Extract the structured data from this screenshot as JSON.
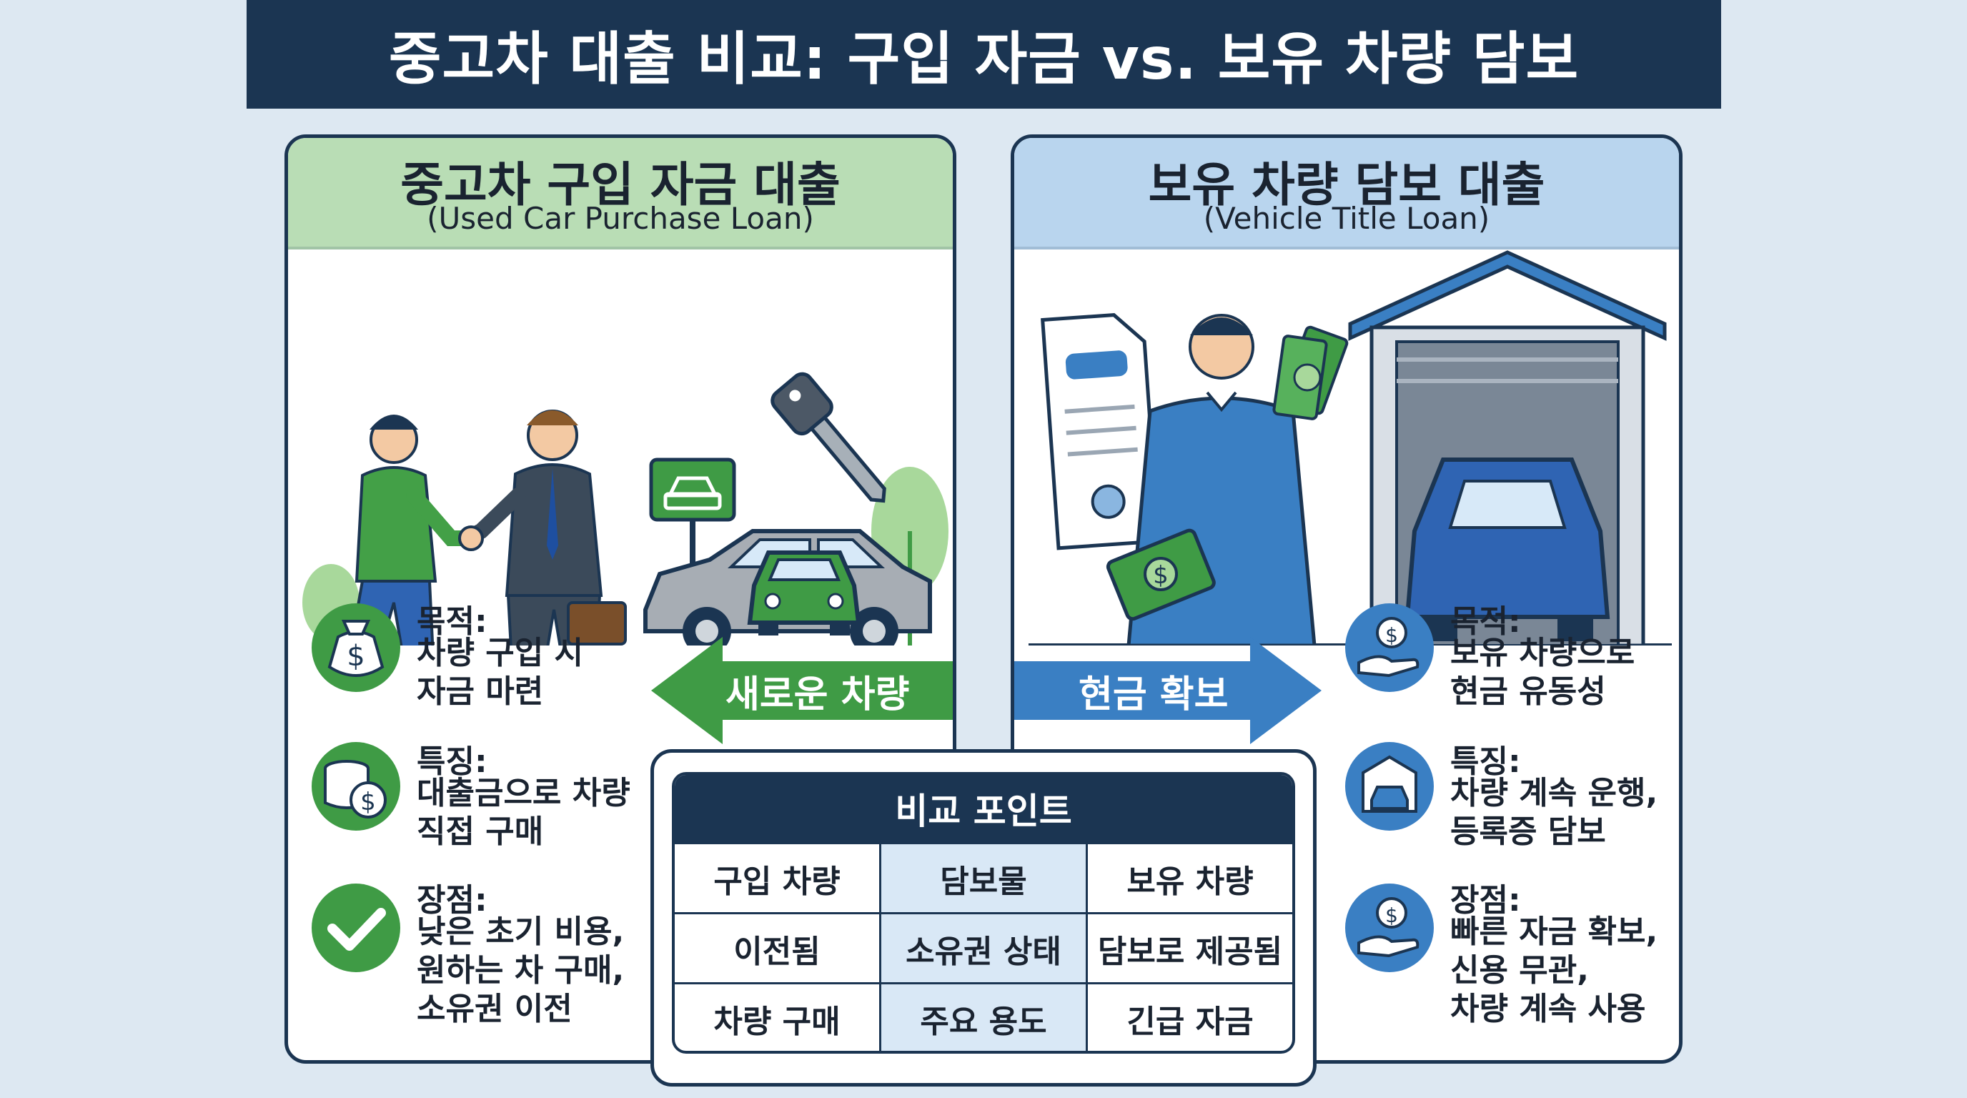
{
  "title": "중고차 대출 비교: 구입 자금 vs. 보유 차량 담보",
  "left_panel": {
    "title": "중고차 구입 자금 대출",
    "subtitle": "(Used Car Purchase Loan)",
    "illustration_icons": [
      "handshake-people-icon",
      "car-sign-icon",
      "car-key-icon",
      "sedan-car-icon"
    ],
    "arrow_label": "새로운 차량",
    "arrow_color": "#3f9b45",
    "items": [
      {
        "icon": "money-bag-icon",
        "label": "목적:",
        "text": "차량 구입 시\n자금 마련"
      },
      {
        "icon": "coins-stack-icon",
        "label": "특징:",
        "text": "대출금으로 차량\n직접 구매"
      },
      {
        "icon": "checkmark-icon",
        "label": "장점:",
        "text": "낮은 초기 비용,\n원하는 차 구매,\n소유권 이전"
      }
    ]
  },
  "right_panel": {
    "title": "보유 차량 담보 대출",
    "subtitle": "(Vehicle Title Loan)",
    "illustration_icons": [
      "vehicle-title-document-icon",
      "person-with-cash-icon",
      "garage-icon",
      "blue-car-icon"
    ],
    "arrow_label": "현금 확보",
    "arrow_color": "#3a7fc3",
    "items": [
      {
        "icon": "hand-coin-icon",
        "label": "목적:",
        "text": "보유 차량으로\n현금 유동성"
      },
      {
        "icon": "garage-car-icon",
        "label": "특징:",
        "text": "차량 계속 운행,\n등록증 담보"
      },
      {
        "icon": "hand-coin-icon",
        "label": "장점:",
        "text": "빠른 자금 확보,\n신용 무관,\n차량 계속 사용"
      }
    ]
  },
  "comparison": {
    "header": "비교 포인트",
    "rows": [
      [
        "구입 차량",
        "담보물",
        "보유 차량"
      ],
      [
        "이전됨",
        "소유권 상태",
        "담보로 제공됨"
      ],
      [
        "차량 구매",
        "주요 용도",
        "긴급 자금"
      ]
    ]
  },
  "colors": {
    "navy": "#1b3552",
    "green": "#3f9b45",
    "blue": "#3a7fc3",
    "background": "#dde8f2"
  }
}
